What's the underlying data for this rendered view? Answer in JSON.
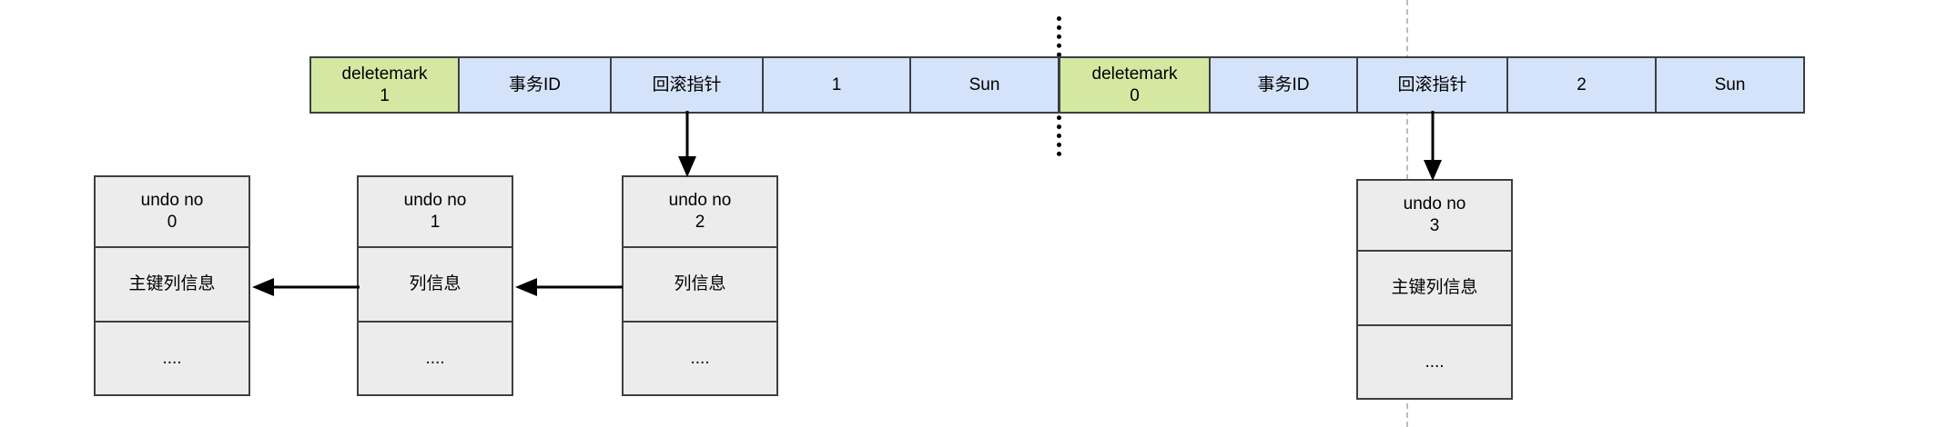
{
  "diagram": {
    "title": "MySQL undo log version chain diagram",
    "colors": {
      "deletemark_fill": "#d4e8a2",
      "field_fill": "#d4e3f9",
      "undo_fill": "#ececec",
      "border": "#3b3f46",
      "dotted_separator": "#000000",
      "dashed_guide": "#bcbcbc"
    }
  },
  "records": [
    {
      "id": "record-1",
      "cells": [
        {
          "name": "deletemark",
          "line1": "deletemark",
          "line2": "1",
          "kind": "deletemark"
        },
        {
          "name": "trx-id",
          "line1": "事务ID",
          "line2": "",
          "kind": "field"
        },
        {
          "name": "roll-pointer",
          "line1": "回滚指针",
          "line2": "",
          "kind": "field"
        },
        {
          "name": "col-id",
          "line1": "1",
          "line2": "",
          "kind": "field"
        },
        {
          "name": "col-name",
          "line1": "Sun",
          "line2": "",
          "kind": "field"
        }
      ]
    },
    {
      "id": "record-2",
      "cells": [
        {
          "name": "deletemark",
          "line1": "deletemark",
          "line2": "0",
          "kind": "deletemark"
        },
        {
          "name": "trx-id",
          "line1": "事务ID",
          "line2": "",
          "kind": "field"
        },
        {
          "name": "roll-pointer",
          "line1": "回滚指针",
          "line2": "",
          "kind": "field"
        },
        {
          "name": "col-id",
          "line1": "2",
          "line2": "",
          "kind": "field"
        },
        {
          "name": "col-name",
          "line1": "Sun",
          "line2": "",
          "kind": "field"
        }
      ]
    }
  ],
  "undo_logs": [
    {
      "id": "undo-0",
      "header_l1": "undo no",
      "header_l2": "0",
      "middle": "主键列信息",
      "footer": "...."
    },
    {
      "id": "undo-1",
      "header_l1": "undo no",
      "header_l2": "1",
      "middle": "列信息",
      "footer": "...."
    },
    {
      "id": "undo-2",
      "header_l1": "undo no",
      "header_l2": "2",
      "middle": "列信息",
      "footer": "...."
    },
    {
      "id": "undo-3",
      "header_l1": "undo no",
      "header_l2": "3",
      "middle": "主键列信息",
      "footer": "...."
    }
  ]
}
